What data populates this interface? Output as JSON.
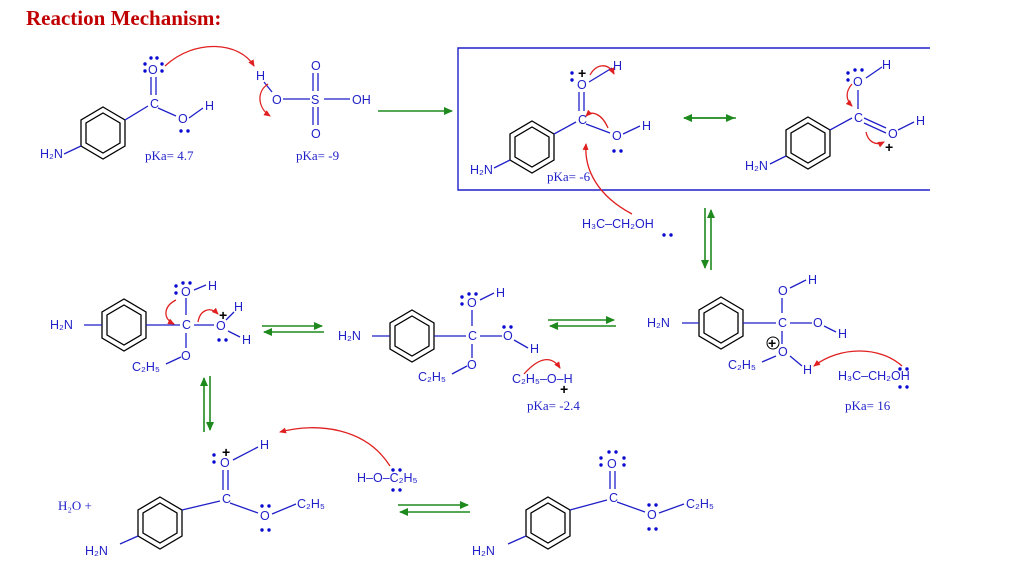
{
  "title": "Reaction Mechanism:",
  "labels": {
    "h2n": "H₂N",
    "o": "O",
    "c": "C",
    "h": "H",
    "s": "S",
    "oh": "OH",
    "plus": "+",
    "ethanol_left": "H₃C–CH₂OH",
    "ethyl": "C₂H₅",
    "ethyl_oxonium": "C₂H₅–O–H",
    "ethanol_top": "H–O–C₂H₅",
    "water": "H₂O +"
  },
  "pka": {
    "acid": "pKa= 4.7",
    "sulfuric": "pKa= -9",
    "protonated": "pKa= -6",
    "oxonium": "pKa= -2.4",
    "ethanol": "pKa= 16"
  },
  "colors": {
    "structure": "#1f1fc8",
    "electron_arrow": "#e02020",
    "reaction_arrow": "#1e8a1e",
    "title": "#c00000"
  }
}
